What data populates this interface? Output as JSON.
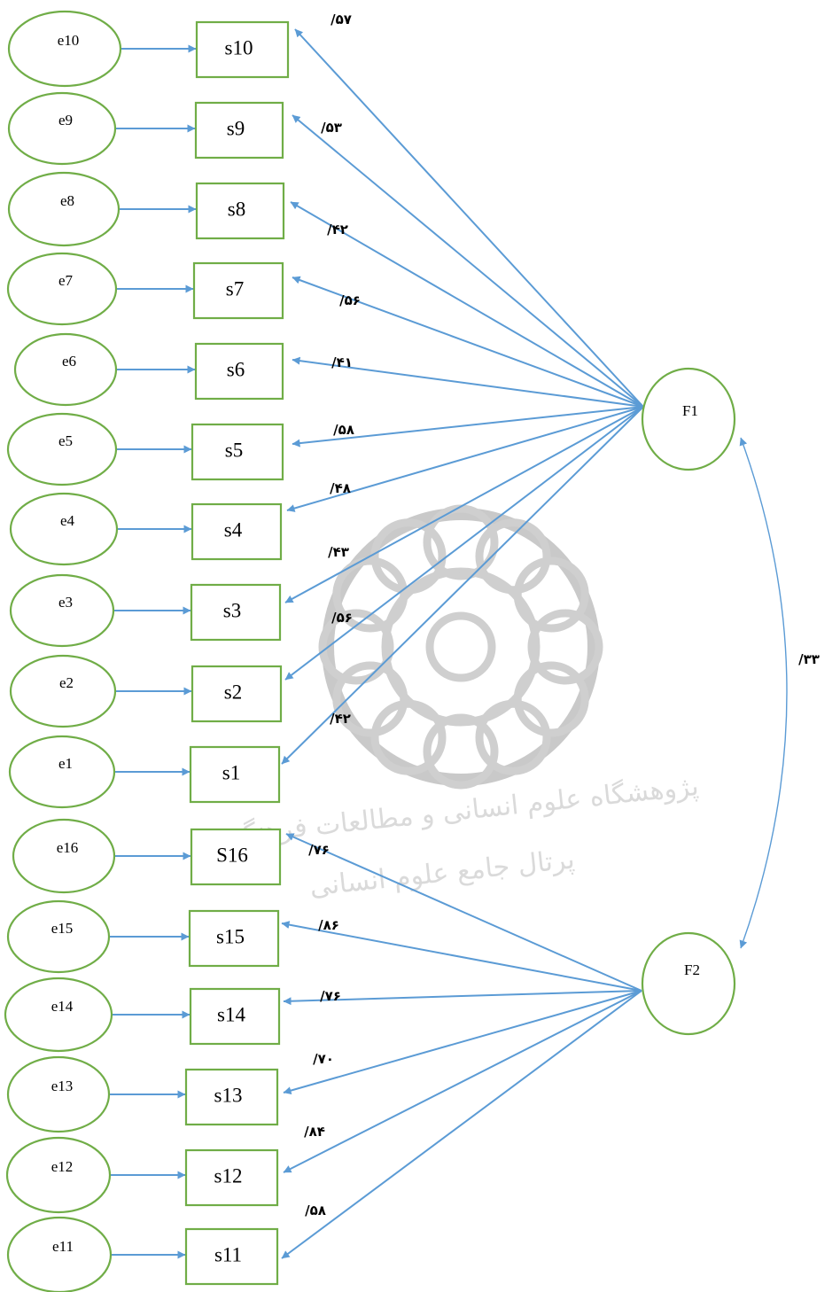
{
  "colors": {
    "node_stroke": "#70ad47",
    "arrow": "#5b9bd5",
    "watermark": "#c9c9c9"
  },
  "factors": [
    {
      "id": "F1",
      "label": "F1"
    },
    {
      "id": "F2",
      "label": "F2"
    }
  ],
  "indicators": [
    {
      "error": "e10",
      "item": "s10",
      "factor": "F1",
      "loading": "/۵۷"
    },
    {
      "error": "e9",
      "item": "s9",
      "factor": "F1",
      "loading": "/۵۳"
    },
    {
      "error": "e8",
      "item": "s8",
      "factor": "F1",
      "loading": "/۴۲"
    },
    {
      "error": "e7",
      "item": "s7",
      "factor": "F1",
      "loading": "/۵۶"
    },
    {
      "error": "e6",
      "item": "s6",
      "factor": "F1",
      "loading": "/۴۱"
    },
    {
      "error": "e5",
      "item": "s5",
      "factor": "F1",
      "loading": "/۵۸"
    },
    {
      "error": "e4",
      "item": "s4",
      "factor": "F1",
      "loading": "/۴۸"
    },
    {
      "error": "e3",
      "item": "s3",
      "factor": "F1",
      "loading": "/۴۳"
    },
    {
      "error": "e2",
      "item": "s2",
      "factor": "F1",
      "loading": "/۵۶"
    },
    {
      "error": "e1",
      "item": "s1",
      "factor": "F1",
      "loading": "/۴۲"
    },
    {
      "error": "e16",
      "item": "S16",
      "factor": "F2",
      "loading": "/۷۶"
    },
    {
      "error": "e15",
      "item": "s15",
      "factor": "F2",
      "loading": "/۸۶"
    },
    {
      "error": "e14",
      "item": "s14",
      "factor": "F2",
      "loading": "/۷۶"
    },
    {
      "error": "e13",
      "item": "s13",
      "factor": "F2",
      "loading": "/۷۰"
    },
    {
      "error": "e12",
      "item": "s12",
      "factor": "F2",
      "loading": "/۸۴"
    },
    {
      "error": "e11",
      "item": "s11",
      "factor": "F2",
      "loading": "/۵۸"
    }
  ],
  "covariance": {
    "label": "/۳۳"
  },
  "watermark": {
    "line1": "پژوهشگاه علوم انسانی و مطالعات فرهنگی",
    "line2": "پرتال جامع علوم انسانی"
  }
}
